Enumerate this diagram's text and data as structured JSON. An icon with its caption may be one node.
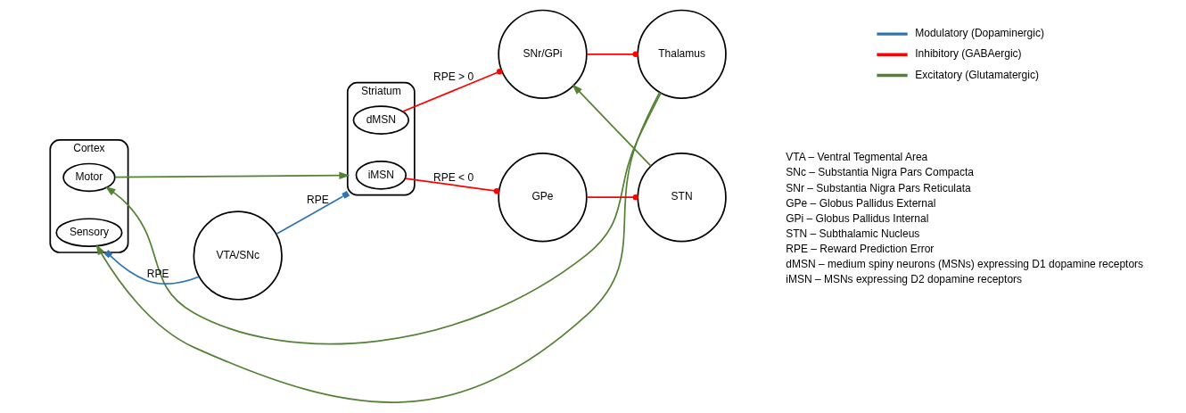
{
  "diagram": {
    "nodes": [
      {
        "text": [
          "Cortex"
        ]
      },
      {
        "text": [
          "Motor"
        ],
        "in": 0
      },
      {
        "text": [
          "Sensory"
        ],
        "in": 0
      },
      {
        "text": [
          "Striatum"
        ]
      },
      {
        "text": [
          "dMSN"
        ],
        "in": 3
      },
      {
        "text": [
          "iMSN"
        ],
        "in": 3
      },
      {
        "text": [
          "SNr/GPi"
        ]
      },
      {
        "text": [
          "Thalamus"
        ]
      },
      {
        "text": [
          "VTA/SNc"
        ]
      },
      {
        "text": [
          "GPe"
        ]
      },
      {
        "text": [
          "STN"
        ]
      }
    ],
    "edges": [
      {
        "from": 7,
        "to": 1,
        "arrow": "to",
        "color": "#548235"
      },
      {
        "from": 7,
        "to": 2,
        "arrow": "to",
        "color": "#548235"
      },
      {
        "from": 1,
        "to": 3,
        "arrow": "to",
        "color": "#548235"
      },
      {
        "from": 4,
        "to": 6,
        "arrow": "other",
        "label": "RPE > 0",
        "color": "#ff0000"
      },
      {
        "from": 6,
        "to": 7,
        "arrow": "other",
        "color": "#ff0000"
      },
      {
        "from": 5,
        "to": 9,
        "arrow": "other",
        "label": "RPE < 0",
        "color": "#ff0000"
      },
      {
        "from": 9,
        "to": 10,
        "arrow": "other",
        "color": "#ff0000"
      },
      {
        "from": 10,
        "to": 6,
        "arrow": "to",
        "color": "#548235"
      },
      {
        "from": 8,
        "to": 0,
        "arrow": "other",
        "label": "RPE",
        "color": "#2e75b6"
      },
      {
        "from": 8,
        "to": 3,
        "arrow": "other",
        "label": "RPE",
        "color": "#2e75b6"
      }
    ],
    "labels": [
      "VTA – Ventral Tegmental Area",
      "SNc – Substantia Nigra Pars Compacta",
      "SNr – Substantia Nigra Pars Reticulata",
      "GPe – Globus Pallidus External",
      "GPi – Globus Pallidus Internal",
      "STN – Subthalamic Nucleus",
      "RPE – Reward Prediction Error",
      "dMSN – medium spiny neurons (MSNs) expressing D1 dopamine receptors",
      "iMSN – MSNs expressing D2 dopamine receptors"
    ],
    "legend": [
      {
        "text": "Modulatory (Dopaminergic)"
      },
      {
        "text": "Inhibitory (GABAergic)"
      },
      {
        "text": "Excitatory (Glutamatergic)"
      }
    ]
  }
}
